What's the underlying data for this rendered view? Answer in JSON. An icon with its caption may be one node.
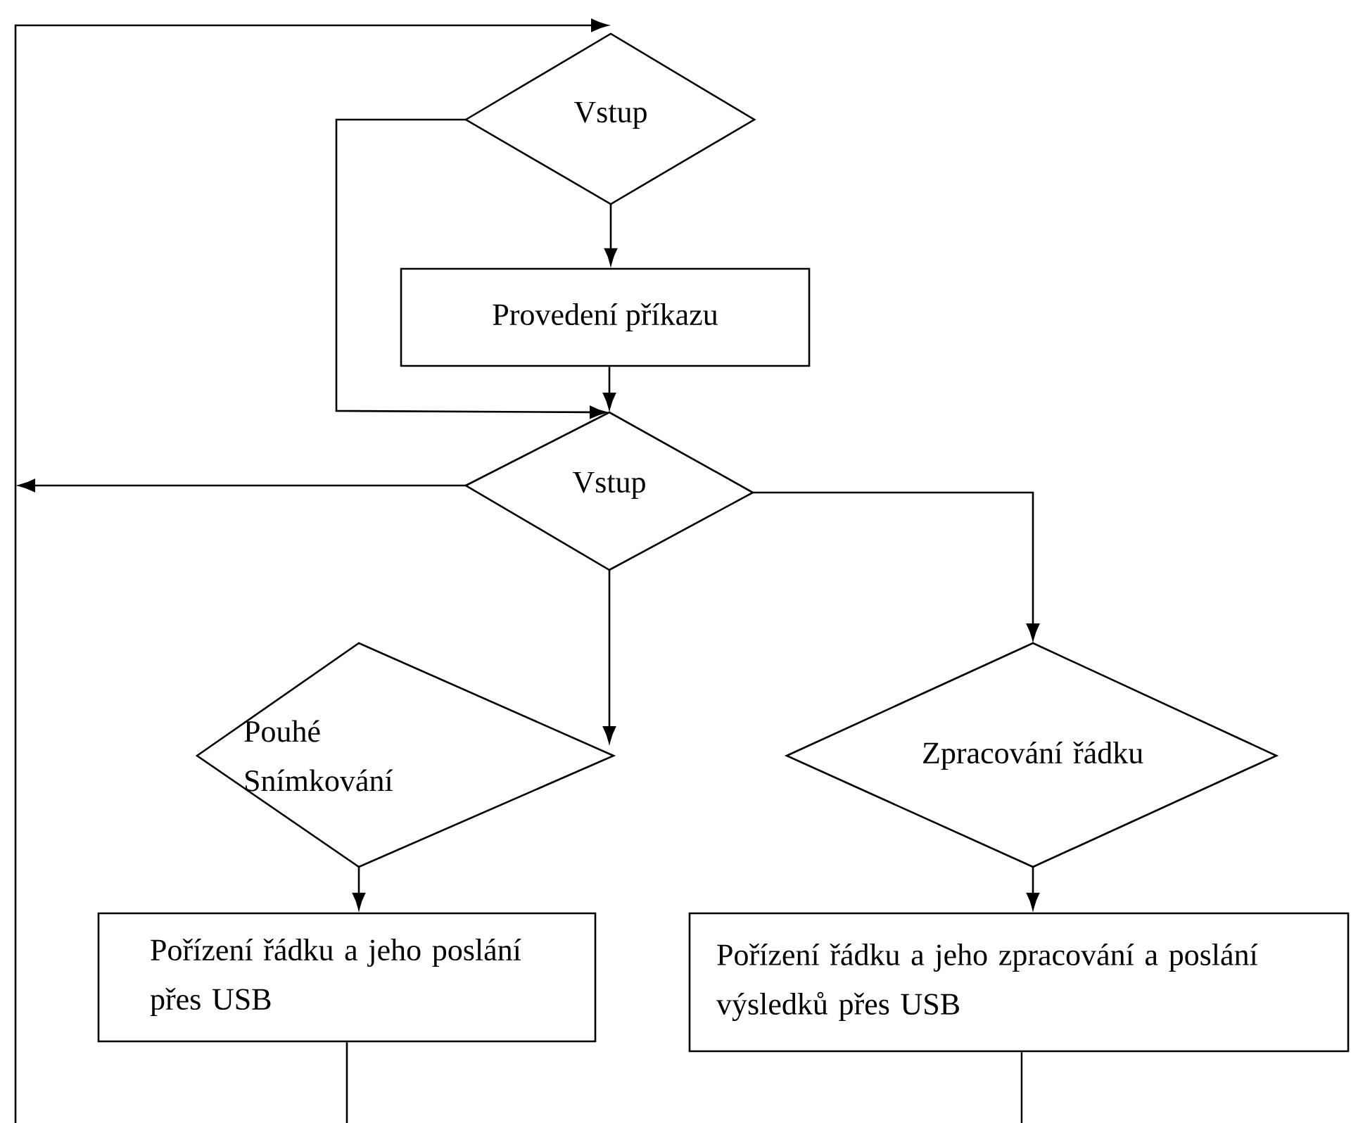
{
  "diagram": {
    "nodes": [
      {
        "text": [
          "Vstup"
        ]
      },
      {
        "text": [
          "Provedení příkazu"
        ]
      },
      {
        "text": [
          "Vstup"
        ]
      },
      {
        "text": [
          "Pouhé Snímkování"
        ]
      },
      {
        "text": [
          "Zpracování řádku"
        ]
      },
      {
        "text": [
          "Pořízení řádku a jeho poslání přes USB"
        ]
      },
      {
        "text": [
          "Pořízení řádku a jeho zpracování a poslání výsledků přes USB"
        ]
      }
    ],
    "edges": [
      {
        "from": 0,
        "to": 1,
        "arrow": "to"
      },
      {
        "from": 1,
        "to": 2,
        "arrow": "to"
      },
      {
        "from": 0,
        "to": 2,
        "arrow": "to"
      },
      {
        "from": 2,
        "to": null,
        "arrow": "to"
      },
      {
        "from": null,
        "to": 0,
        "arrow": "to"
      },
      {
        "from": 2,
        "to": 3,
        "arrow": "to"
      },
      {
        "from": 2,
        "to": 4,
        "arrow": "to"
      },
      {
        "from": 3,
        "to": 5,
        "arrow": "to"
      },
      {
        "from": 4,
        "to": 6,
        "arrow": "to"
      },
      {
        "from": 5,
        "to": null,
        "arrow": "none"
      },
      {
        "from": 6,
        "to": null,
        "arrow": "none"
      }
    ]
  }
}
